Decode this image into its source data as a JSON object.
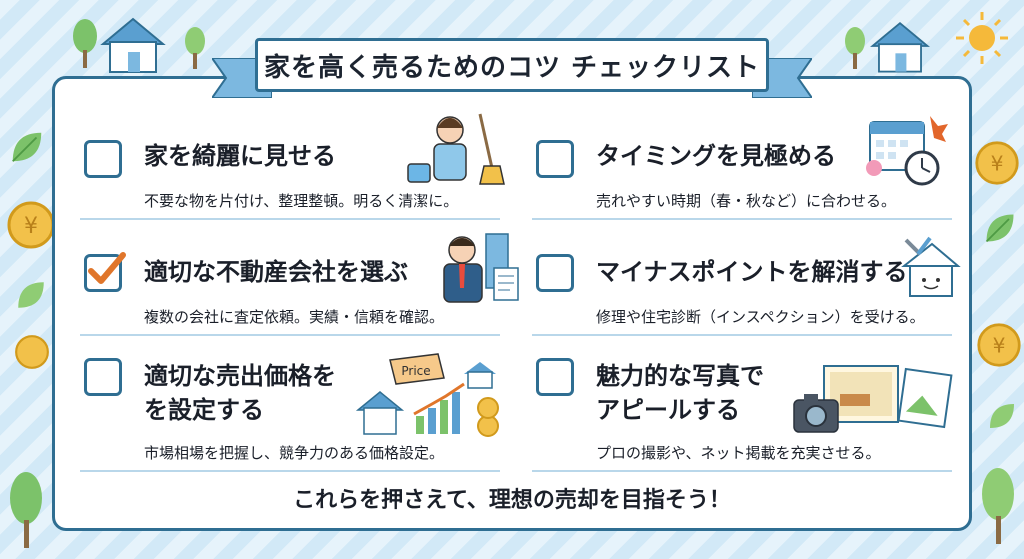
{
  "title": "家を高く売るためのコツ チェックリスト",
  "items": [
    {
      "title": "家を綺麗に見せる",
      "desc": "不要な物を片付け、整理整頓。明るく清潔に。",
      "checked": false
    },
    {
      "title": "タイミングを見極める",
      "desc": "売れやすい時期（春・秋など）に合わせる。",
      "checked": false
    },
    {
      "title": "適切な不動産会社を選ぶ",
      "desc": "複数の会社に査定依頼。実績・信頼を確認。",
      "checked": true
    },
    {
      "title": "マイナスポイントを解消する",
      "desc": "修理や住宅診断（インスペクション）を受ける。",
      "checked": false
    },
    {
      "title_line1": "適切な売出価格を",
      "title_line2": "を設定する",
      "desc": "市場相場を把握し、競争力のある価格設定。",
      "checked": false
    },
    {
      "title_line1": "魅力的な写真で",
      "title_line2": "アピールする",
      "desc": "プロの撮影や、ネット掲載を充実させる。",
      "checked": false
    }
  ],
  "price_tag": "Price",
  "footer": "これらを押さえて、理想の売却を目指そう！",
  "colors": {
    "accent": "#2f6e92",
    "check": "#e0762b",
    "background": "#e6f3fb"
  },
  "icons": [
    "house-icon",
    "tree-icon",
    "sun-icon",
    "coin-icon",
    "leaf-icon",
    "cleaning-person-icon",
    "calendar-icon",
    "clock-icon",
    "business-person-icon",
    "tools-icon",
    "price-tag-icon",
    "bar-chart-icon",
    "camera-icon",
    "photo-icon"
  ]
}
